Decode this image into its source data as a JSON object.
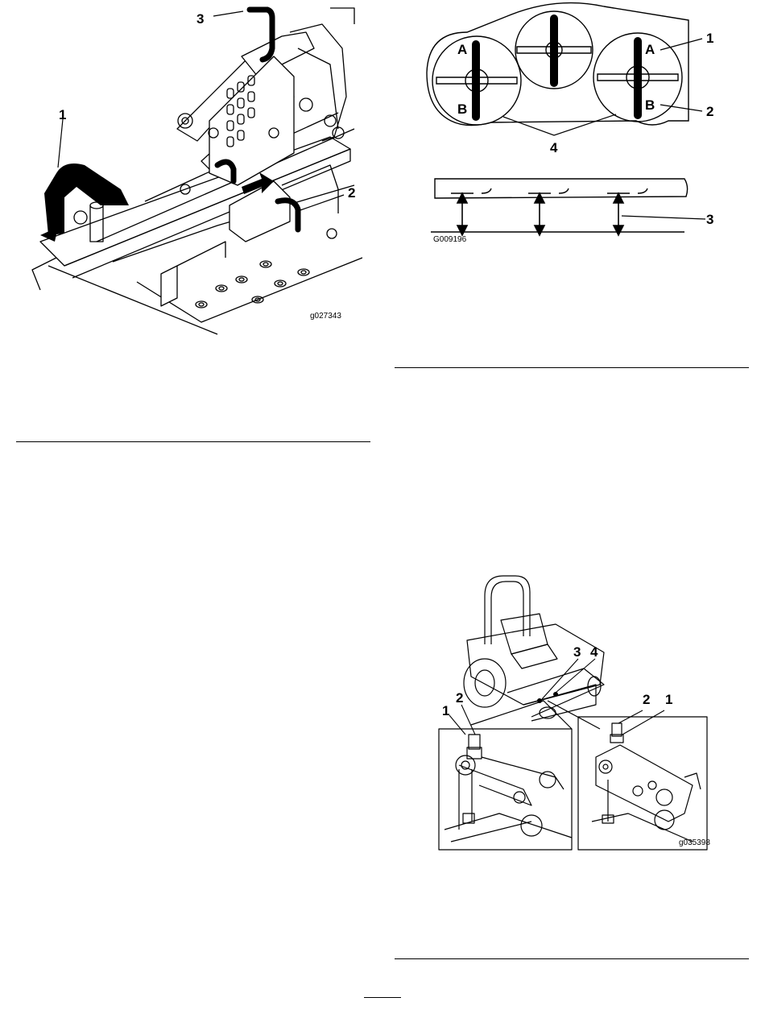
{
  "figures": {
    "lift_lever": {
      "code": "g027343",
      "callouts": [
        "1",
        "2",
        "3"
      ]
    },
    "blade_position": {
      "code": "G009196",
      "callouts": [
        "1",
        "2",
        "3",
        "4"
      ],
      "blade_tip_labels": [
        "A",
        "B",
        "A",
        "B"
      ]
    },
    "tractor_adjusters": {
      "code": "g035398",
      "callouts_top": [
        "3",
        "4"
      ],
      "callouts_left": [
        "1",
        "2"
      ],
      "callouts_right": [
        "2",
        "1"
      ]
    }
  }
}
